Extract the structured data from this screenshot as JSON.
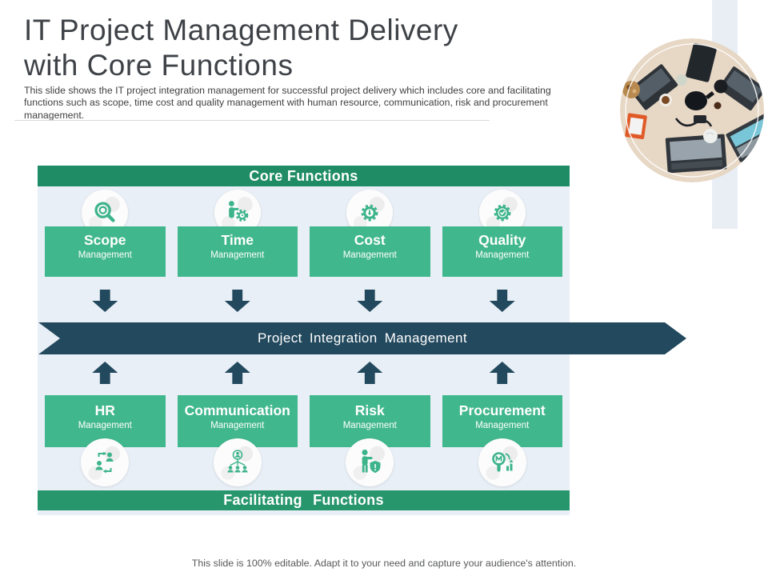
{
  "slide": {
    "title_line1": "IT Project Management Delivery",
    "title_line2": "with Core Functions",
    "subtitle": "This slide shows the IT project integration management for successful project delivery which includes core and facilitating functions such as scope, time cost and quality management with human resource, communication, risk and procurement management.",
    "footer": "This slide is 100% editable. Adapt it to your need and capture your audience's attention."
  },
  "diagram": {
    "core_header": "Core Functions",
    "banner_label": "Project Integration Management",
    "facilitating_header": "Facilitating Functions",
    "core_items": [
      {
        "title": "Scope",
        "subtitle": "Management",
        "icon": "magnifier-icon"
      },
      {
        "title": "Time",
        "subtitle": "Management",
        "icon": "person-gear-clock-icon"
      },
      {
        "title": "Cost",
        "subtitle": "Management",
        "icon": "gear-dollar-down-icon"
      },
      {
        "title": "Quality",
        "subtitle": "Management",
        "icon": "gear-check-icon"
      }
    ],
    "facilitating_items": [
      {
        "title": "HR",
        "subtitle": "Management",
        "icon": "people-exchange-icon"
      },
      {
        "title": "Communication",
        "subtitle": "Management",
        "icon": "org-chart-icon"
      },
      {
        "title": "Risk",
        "subtitle": "Management",
        "icon": "person-shield-icon"
      },
      {
        "title": "Procurement",
        "subtitle": "Management",
        "icon": "magnifier-chart-icon"
      }
    ],
    "colors": {
      "header_green": "#1f8c66",
      "facilitating_green": "#28966d",
      "box_green": "#41b78e",
      "icon_green": "#3eb48b",
      "banner_navy": "#23495e",
      "panel_bg": "#e9eff6"
    }
  },
  "decor": {
    "photo": "desk-with-laptops-photo",
    "strip_color": "#e9eef5"
  }
}
